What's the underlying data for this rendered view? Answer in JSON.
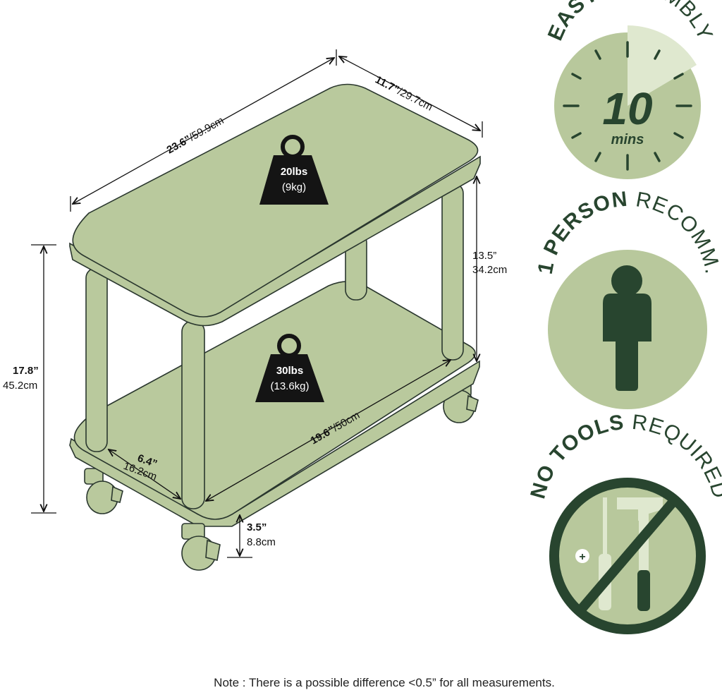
{
  "colors": {
    "surface": "#b9c99d",
    "outline": "#2a372e",
    "badge_light": "#b8c89c",
    "badge_dark": "#28452f",
    "badge_fade": "#dfe8cf",
    "weight_fill": "#141414"
  },
  "dimensions": {
    "top_width_in": "23.6”",
    "top_width_cm": "59.9cm",
    "top_depth_in": "11.7”",
    "top_depth_cm": "29.7cm",
    "shelf_gap_in": "13.5”",
    "shelf_gap_cm": "34.2cm",
    "total_height_in": "17.8”",
    "total_height_cm": "45.2cm",
    "bottom_depth_in": "6.4”",
    "bottom_depth_cm": "16.2cm",
    "bottom_width_in": "19.6”",
    "bottom_width_cm": "50cm",
    "clearance_in": "3.5”",
    "clearance_cm": "8.8cm"
  },
  "weights": {
    "top_capacity": "20lbs",
    "top_capacity_metric": "(9kg)",
    "bottom_capacity": "30lbs",
    "bottom_capacity_metric": "(13.6kg)",
    "icon": "weight-icon"
  },
  "badges": {
    "assembly": {
      "label_bold": "EASY",
      "label_rest": "ASSEMBLY",
      "value": "10",
      "unit": "mins",
      "icon": "clock-icon"
    },
    "person": {
      "label_bold": "1 PERSON",
      "label_rest": "RECOMM.",
      "icon": "person-icon"
    },
    "tools": {
      "label_bold": "NO TOOLS",
      "label_rest": "REQUIRED",
      "icon": "no-tools-icon"
    }
  },
  "note": "Note : There is a possible difference <0.5” for all measurements."
}
